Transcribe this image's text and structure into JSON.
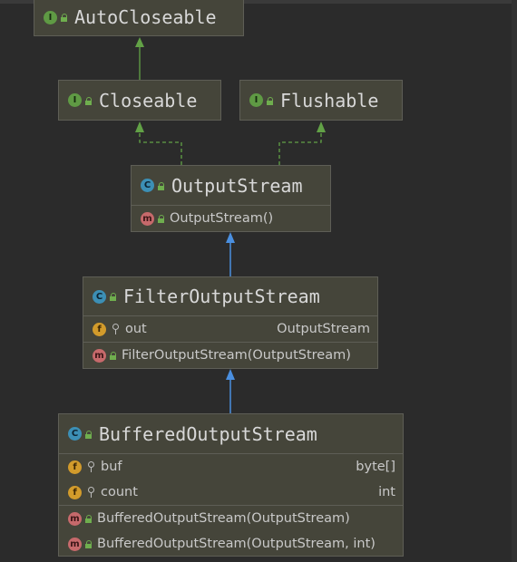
{
  "nodes": {
    "autocloseable": {
      "kind_badge": "I",
      "name": "AutoCloseable"
    },
    "closeable": {
      "kind_badge": "I",
      "name": "Closeable"
    },
    "flushable": {
      "kind_badge": "I",
      "name": "Flushable"
    },
    "outputstream": {
      "kind_badge": "C",
      "name": "OutputStream",
      "methods": [
        {
          "badge": "m",
          "signature": "OutputStream()"
        }
      ]
    },
    "filteroutputstream": {
      "kind_badge": "C",
      "name": "FilterOutputStream",
      "fields": [
        {
          "badge": "f",
          "name": "out",
          "type": "OutputStream"
        }
      ],
      "methods": [
        {
          "badge": "m",
          "signature": "FilterOutputStream(OutputStream)"
        }
      ]
    },
    "bufferedoutputstream": {
      "kind_badge": "C",
      "name": "BufferedOutputStream",
      "fields": [
        {
          "badge": "f",
          "name": "buf",
          "type": "byte[]"
        },
        {
          "badge": "f",
          "name": "count",
          "type": "int"
        }
      ],
      "methods": [
        {
          "badge": "m",
          "signature": "BufferedOutputStream(OutputStream)"
        },
        {
          "badge": "m",
          "signature": "BufferedOutputStream(OutputStream, int)"
        }
      ]
    }
  },
  "colors": {
    "background": "#2b2b2b",
    "node_fill": "#45453a",
    "interface_badge": "#5f9a44",
    "class_badge": "#3c8fb5",
    "method_badge": "#c6696b",
    "field_badge": "#d29b2b",
    "extends_arrow": "#4a8fe0",
    "implements_arrow": "#62a146"
  },
  "edges": [
    {
      "from": "Closeable",
      "to": "AutoCloseable",
      "kind": "extends",
      "icon": "green-solid-arrow"
    },
    {
      "from": "OutputStream",
      "to": "Closeable",
      "kind": "implements",
      "icon": "green-dashed-arrow"
    },
    {
      "from": "OutputStream",
      "to": "Flushable",
      "kind": "implements",
      "icon": "green-dashed-arrow"
    },
    {
      "from": "FilterOutputStream",
      "to": "OutputStream",
      "kind": "extends",
      "icon": "blue-solid-arrow"
    },
    {
      "from": "BufferedOutputStream",
      "to": "FilterOutputStream",
      "kind": "extends",
      "icon": "blue-solid-arrow"
    }
  ]
}
